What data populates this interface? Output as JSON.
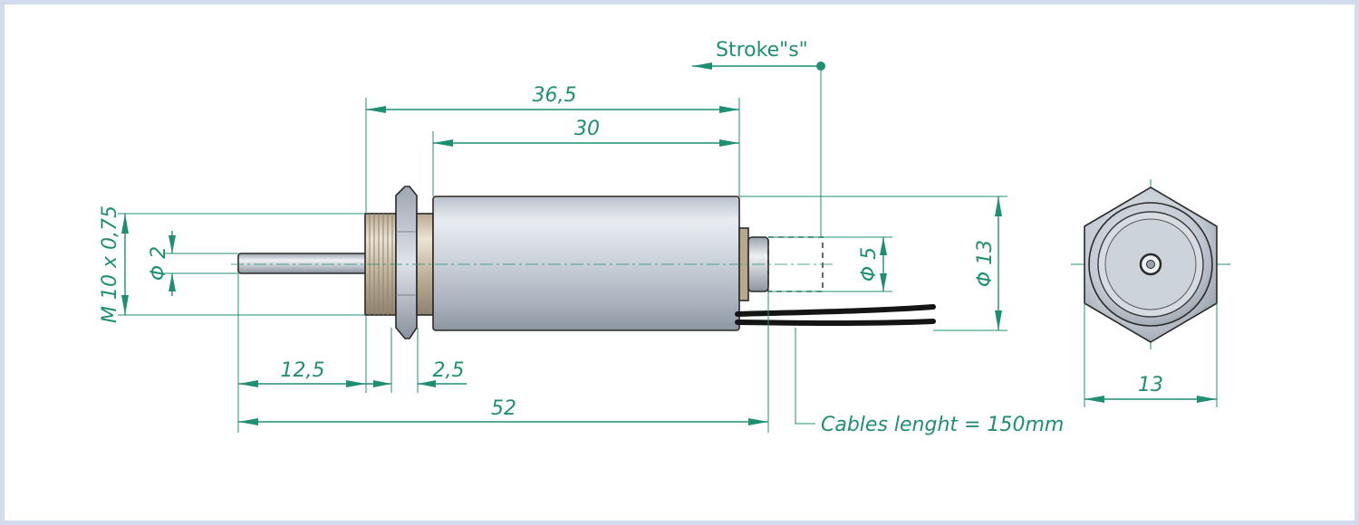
{
  "drawing": {
    "stroke_label": "Stroke\"s\"",
    "thread_label": "M 10 x 0,75",
    "length_36_5": "36,5",
    "length_30": "30",
    "length_12_5": "12,5",
    "length_2_5": "2,5",
    "length_52": "52",
    "plunger_diameter": "Φ 2",
    "end_diameter": "Φ 5",
    "body_diameter": "Φ 13",
    "hex_width": "13",
    "cables_note": "Cables lenght = 150mm"
  },
  "colors": {
    "dimension": "#1f8f74",
    "frame_border": "#d3dbee",
    "cable": "#151515",
    "body_metal": "#c7ced8"
  }
}
